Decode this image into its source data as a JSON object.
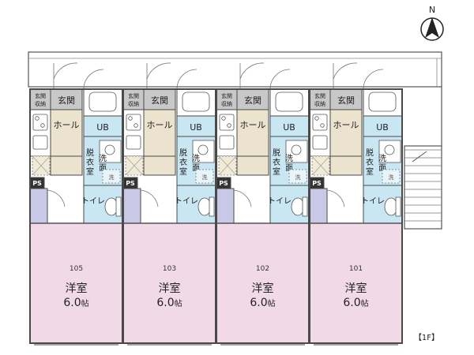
{
  "compass": {
    "north_label": "N"
  },
  "floor_label": "【1F】",
  "room_labels": {
    "entrance_storage_line1": "玄関",
    "entrance_storage_line2": "収納",
    "entrance": "玄関",
    "hall": "ホール",
    "unit_bath": "UB",
    "dressing_line1": "脱",
    "dressing_line2": "衣",
    "dressing_line3": "室",
    "washbasin_line1": "洗",
    "washbasin_line2": "面",
    "toilet": "トイレ",
    "washer_mark": "洗",
    "ps": "PS"
  },
  "units": [
    {
      "number": "105",
      "room_type": "洋室",
      "size_value": "6.0",
      "size_unit": "帖"
    },
    {
      "number": "103",
      "room_type": "洋室",
      "size_value": "6.0",
      "size_unit": "帖"
    },
    {
      "number": "102",
      "room_type": "洋室",
      "size_value": "6.0",
      "size_unit": "帖"
    },
    {
      "number": "101",
      "room_type": "洋室",
      "size_value": "6.0",
      "size_unit": "帖"
    }
  ],
  "colors": {
    "western_room": "#f2d9e8",
    "bath": "#c9e6f3",
    "entrance_storage": "#c8c8c8",
    "hall": "#ece3cf",
    "closet": "#c9c8e6",
    "wall": "#4a4a4a"
  }
}
